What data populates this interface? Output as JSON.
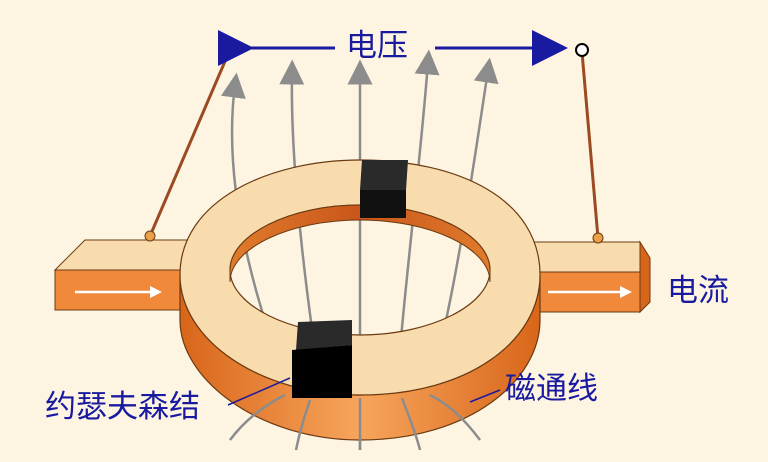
{
  "labels": {
    "voltage": "电压",
    "current": "电流",
    "josephson_junction": "约瑟夫森结",
    "flux_lines": "磁通线"
  },
  "colors": {
    "background": "#fdf5e2",
    "ring_top": "#f8dcae",
    "ring_side_light": "#f7a55c",
    "ring_side_dark": "#d8661a",
    "junction": "#222222",
    "flux_line": "#8c8c8c",
    "arrow_label": "#1a1aa0",
    "wire": "#9b4a22"
  }
}
